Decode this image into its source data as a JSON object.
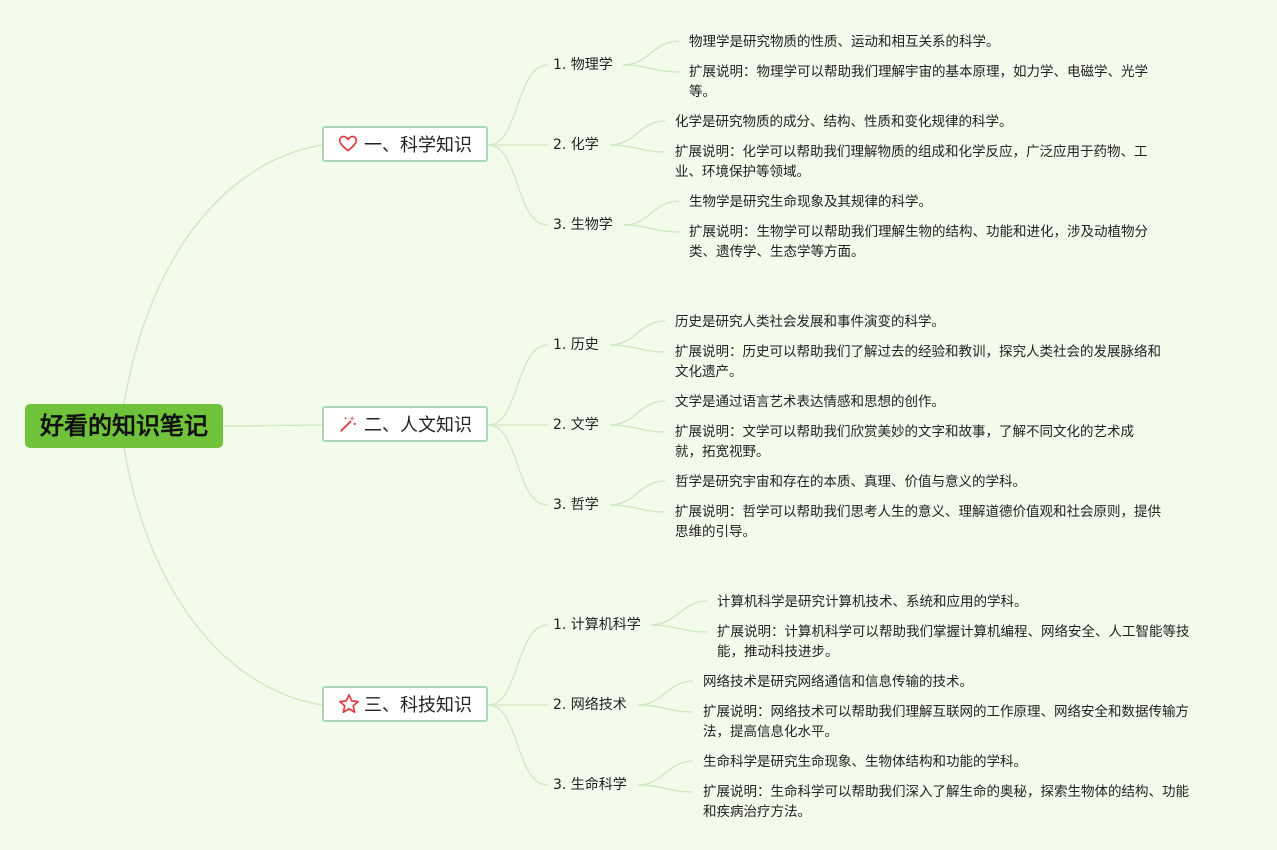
{
  "root": {
    "title": "好看的知识笔记"
  },
  "branches": [
    {
      "label": "一、科学知识",
      "icon": "heart-icon",
      "children": [
        {
          "label": "1. 物理学",
          "notes": [
            "物理学是研究物质的性质、运动和相互关系的科学。",
            "扩展说明：物理学可以帮助我们理解宇宙的基本原理，如力学、电磁学、光学等。"
          ]
        },
        {
          "label": "2. 化学",
          "notes": [
            "化学是研究物质的成分、结构、性质和变化规律的科学。",
            "扩展说明：化学可以帮助我们理解物质的组成和化学反应，广泛应用于药物、工业、环境保护等领域。"
          ]
        },
        {
          "label": "3. 生物学",
          "notes": [
            "生物学是研究生命现象及其规律的科学。",
            "扩展说明：生物学可以帮助我们理解生物的结构、功能和进化，涉及动植物分类、遗传学、生态学等方面。"
          ]
        }
      ]
    },
    {
      "label": "二、人文知识",
      "icon": "magic-wand-icon",
      "children": [
        {
          "label": "1. 历史",
          "notes": [
            "历史是研究人类社会发展和事件演变的科学。",
            "扩展说明：历史可以帮助我们了解过去的经验和教训，探究人类社会的发展脉络和文化遗产。"
          ]
        },
        {
          "label": "2. 文学",
          "notes": [
            "文学是通过语言艺术表达情感和思想的创作。",
            "扩展说明：文学可以帮助我们欣赏美妙的文字和故事，了解不同文化的艺术成就，拓宽视野。"
          ]
        },
        {
          "label": "3. 哲学",
          "notes": [
            "哲学是研究宇宙和存在的本质、真理、价值与意义的学科。",
            "扩展说明：哲学可以帮助我们思考人生的意义、理解道德价值观和社会原则，提供思维的引导。"
          ]
        }
      ]
    },
    {
      "label": "三、科技知识",
      "icon": "star-icon",
      "children": [
        {
          "label": "1. 计算机科学",
          "notes": [
            "计算机科学是研究计算机技术、系统和应用的学科。",
            "扩展说明：计算机科学可以帮助我们掌握计算机编程、网络安全、人工智能等技能，推动科技进步。"
          ]
        },
        {
          "label": "2. 网络技术",
          "notes": [
            "网络技术是研究网络通信和信息传输的技术。",
            "扩展说明：网络技术可以帮助我们理解互联网的工作原理、网络安全和数据传输方法，提高信息化水平。"
          ]
        },
        {
          "label": "3. 生命科学",
          "notes": [
            "生命科学是研究生命现象、生物体结构和功能的学科。",
            "扩展说明：生命科学可以帮助我们深入了解生命的奥秘，探索生物体的结构、功能和疾病治疗方法。"
          ]
        }
      ]
    }
  ],
  "colors": {
    "background": "#f3fbea",
    "root": "#6fc23a",
    "line": "#cde8bf",
    "icon": "#e0393e"
  }
}
